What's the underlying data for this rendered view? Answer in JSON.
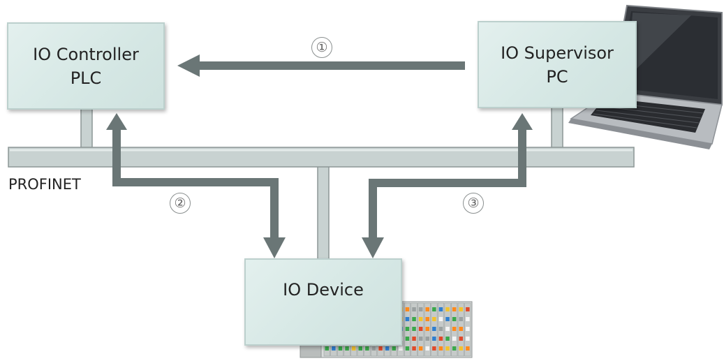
{
  "nodes": {
    "controller": {
      "line1": "IO Controller",
      "line2": "PLC"
    },
    "supervisor": {
      "line1": "IO Supervisor",
      "line2": "PC"
    },
    "device": {
      "line1": "IO Device"
    }
  },
  "bus": {
    "label": "PROFINET"
  },
  "steps": [
    "①",
    "②",
    "③"
  ],
  "colors": {
    "node_fill": "#d5e7e4",
    "node_border": "#bcd0cd",
    "bus": "#c8d2d1",
    "bus_stroke": "#8c9695",
    "arrow": "#6a7676"
  },
  "images": {
    "laptop": "laptop-image",
    "io_module": "io-module-image"
  }
}
